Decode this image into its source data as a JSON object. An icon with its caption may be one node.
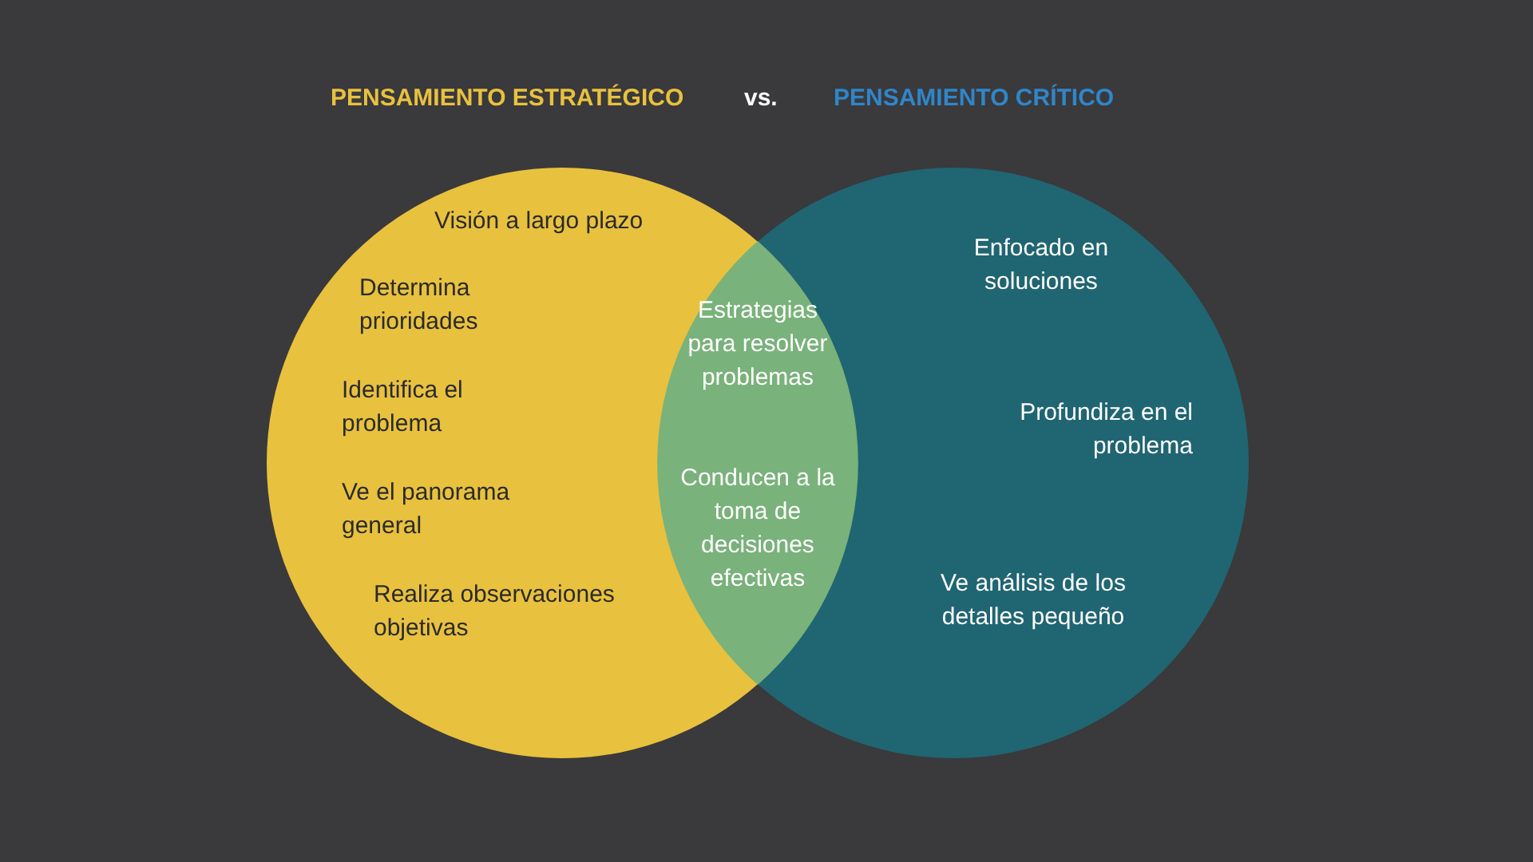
{
  "diagram": {
    "nodes": [
      {
        "text": [
          "PENSAMIENTO ESTRATÉGICO",
          "Visión a largo plazo",
          "Determina prioridades",
          "Identifica el problema",
          "Ve el panorama general",
          "Realiza observaciones objetivas"
        ]
      },
      {
        "text": [
          "PENSAMIENTO CRÍTICO",
          "Enfocado en soluciones",
          "Profundiza en el problema",
          "Ve análisis de los detalles pequeño"
        ]
      },
      {
        "text": [
          "Estrategias para resolver problemas",
          "Conducen a la toma de decisiones efectivas"
        ]
      }
    ],
    "edges": [],
    "labels": [
      "vs."
    ]
  }
}
